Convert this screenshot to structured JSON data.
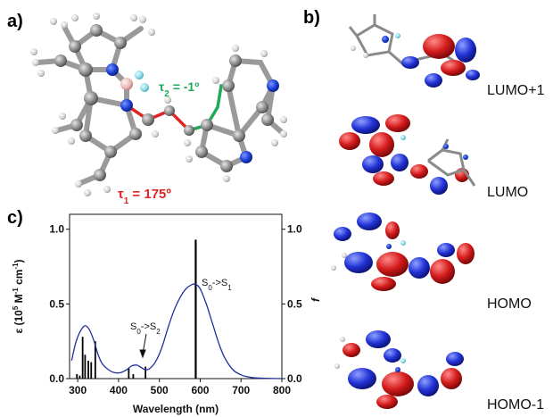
{
  "panels": {
    "a": "a)",
    "b": "b)",
    "c": "c)"
  },
  "molecule": {
    "tau1_symbol": "τ",
    "tau1_sub": "1",
    "tau1_value": " = 175º",
    "tau2_symbol": "τ",
    "tau2_sub": "2",
    "tau2_value": " = -1º",
    "colors": {
      "tau1": "#e02424",
      "tau2": "#1faa5a",
      "carbon": "#8a8a8a",
      "nitrogen": "#1a3fd6",
      "boron": "#e8b3b3",
      "fluorine": "#7fd6e6"
    }
  },
  "orbitals": [
    {
      "label": "LUMO+1"
    },
    {
      "label": "LUMO"
    },
    {
      "label": "HOMO"
    },
    {
      "label": "HOMO-1"
    }
  ],
  "chart_data": {
    "type": "line",
    "xlabel": "Wavelength (nm)",
    "ylabel_left": "ε (10⁵ M⁻¹ cm⁻¹)",
    "ylabel_left_parts": {
      "eps": "ε (10",
      "exp1": "5",
      "mid": " M",
      "exp2": "-1",
      "mid2": " cm",
      "exp3": "-1",
      "end": ")"
    },
    "ylabel_right": "f",
    "xlim": [
      280,
      800
    ],
    "ylim": [
      0,
      1.1
    ],
    "xticks": [
      "300",
      "400",
      "500",
      "600",
      "700",
      "800"
    ],
    "yticks_left": [
      "0.0",
      "0.5",
      "1.0"
    ],
    "yticks_right": [
      "0.0",
      "0.5",
      "1.0"
    ],
    "series": [
      {
        "kind": "spectrum",
        "color": "#1f2f9e",
        "x": [
          285,
          295,
          305,
          315,
          322,
          330,
          340,
          350,
          360,
          375,
          390,
          405,
          420,
          432,
          445,
          455,
          465,
          475,
          490,
          505,
          520,
          535,
          550,
          565,
          580,
          590,
          600,
          615,
          630,
          645,
          660,
          680,
          700,
          720,
          740,
          770,
          800
        ],
        "y": [
          0.12,
          0.24,
          0.31,
          0.35,
          0.35,
          0.32,
          0.25,
          0.16,
          0.1,
          0.06,
          0.04,
          0.04,
          0.06,
          0.085,
          0.09,
          0.075,
          0.06,
          0.065,
          0.11,
          0.2,
          0.33,
          0.45,
          0.54,
          0.6,
          0.63,
          0.63,
          0.6,
          0.5,
          0.37,
          0.24,
          0.14,
          0.06,
          0.025,
          0.01,
          0.004,
          0.001,
          0.0
        ]
      }
    ],
    "sticks": {
      "color": "#000000",
      "x": [
        298,
        305,
        312,
        318,
        326,
        333,
        343,
        425,
        436,
        466,
        589
      ],
      "f": [
        0.03,
        0.02,
        0.28,
        0.16,
        0.12,
        0.11,
        0.25,
        0.07,
        0.03,
        0.08,
        0.93
      ]
    },
    "annotations": [
      {
        "text_pre": "S",
        "sub1": "0",
        "mid": "->S",
        "sub2": "1",
        "x": 600
      },
      {
        "text_pre": "S",
        "sub1": "0",
        "mid": "->S",
        "sub2": "2",
        "x": 466
      }
    ]
  }
}
